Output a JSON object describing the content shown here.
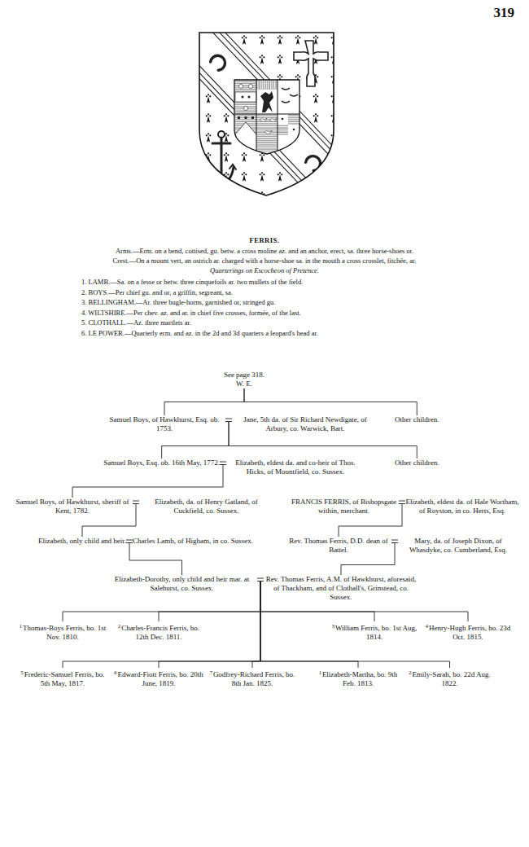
{
  "diagram": {
    "nodes": [
      {
        "text": [
          "See page 318. W. E."
        ]
      },
      {
        "text": [
          "Samuel Boys, of Hawkhurst, Esq. ob. 1753."
        ]
      },
      {
        "text": [
          "Jane, 5th da. of Sir Richard Newdigate, of Arbury, co. Warwick, Bart."
        ]
      },
      {
        "text": [
          "Other children."
        ]
      },
      {
        "text": [
          "Samuel Boys, Esq. ob. 16th May, 1772."
        ]
      },
      {
        "text": [
          "Elizabeth, eldest da. and co-heir of Thos. Hicks, of Mountfield, co. Sussex."
        ]
      },
      {
        "text": [
          "Other children."
        ]
      },
      {
        "text": [
          "Samuel Boys, of Hawkhurst, sheriff of Kent, 1782."
        ]
      },
      {
        "text": [
          "Elizabeth, da. of Henry Gatland, of Cuckfield, co. Sussex."
        ]
      },
      {
        "text": [
          "FRANCIS FERRIS, of Bishopsgate within, merchant."
        ]
      },
      {
        "text": [
          "Elizabeth, eldest da. of Hale Wortham, of Royston, in co. Herts, Esq."
        ]
      },
      {
        "text": [
          "Elizabeth, only child and heir."
        ]
      },
      {
        "text": [
          "Charles Lamb, of Higham, in co. Sussex."
        ]
      },
      {
        "text": [
          "Rev. Thomas Ferris, D.D. dean of Battel."
        ]
      },
      {
        "text": [
          "Mary, da. of Joseph Dixon, of Whasdyke, co. Cumberland, Esq."
        ]
      },
      {
        "text": [
          "Elizabeth-Dorothy, only child and heir mar. at Salehurst, co. Sussex."
        ]
      },
      {
        "text": [
          "Rev. Thomas Ferris, A.M. of Hawkhurst, aforesaid, of Thackham, and of Clothall's, Grinstead, co. Sussex."
        ]
      },
      {
        "text": [
          "1",
          "Thomas-Boys Ferris, bo. 1st Nov. 1810."
        ]
      },
      {
        "text": [
          "2",
          "Charles-Francis Ferris, bo. 12th Dec. 1811."
        ]
      },
      {
        "text": [
          "3",
          "William Ferris, bo. 1st Aug, 1814."
        ]
      },
      {
        "text": [
          "4",
          "Henry-Hugh Ferris, bo. 23d Oct. 1815."
        ]
      },
      {
        "text": [
          "5",
          "Frederic-Samuel Ferris, bo. 5th May, 1817."
        ]
      },
      {
        "text": [
          "6",
          "Edward-Fiott Ferris, bo. 20th June, 1819."
        ]
      },
      {
        "text": [
          "7",
          "Godfrey-Richard Ferris, bo. 8th Jan. 1825."
        ]
      },
      {
        "text": [
          "1",
          "Elizabeth-Martha, bo. 9th Feb. 1813."
        ]
      },
      {
        "text": [
          "2",
          "Emily-Sarah, bo. 22d Aug. 1822."
        ]
      }
    ],
    "edges": [
      {
        "from": 0,
        "to": 1,
        "arrow": "none"
      },
      {
        "from": 0,
        "to": 3,
        "arrow": "none"
      },
      {
        "from": 1,
        "to": 2,
        "arrow": "none"
      },
      {
        "from": 1,
        "to": 4,
        "arrow": "none"
      },
      {
        "from": 1,
        "to": 6,
        "arrow": "none"
      },
      {
        "from": 4,
        "to": 5,
        "arrow": "none"
      },
      {
        "from": 4,
        "to": 7,
        "arrow": "none"
      },
      {
        "from": 7,
        "to": 8,
        "arrow": "none"
      },
      {
        "from": 7,
        "to": 11,
        "arrow": "none"
      },
      {
        "from": 9,
        "to": 10,
        "arrow": "none"
      },
      {
        "from": 9,
        "to": 13,
        "arrow": "none"
      },
      {
        "from": 11,
        "to": 12,
        "arrow": "none"
      },
      {
        "from": 11,
        "to": 15,
        "arrow": "none"
      },
      {
        "from": 13,
        "to": 14,
        "arrow": "none"
      },
      {
        "from": 13,
        "to": 16,
        "arrow": "none"
      },
      {
        "from": 15,
        "to": 16,
        "arrow": "none"
      },
      {
        "from": 15,
        "to": 17,
        "arrow": "none"
      },
      {
        "from": 15,
        "to": 18,
        "arrow": "none"
      },
      {
        "from": 15,
        "to": 19,
        "arrow": "none"
      },
      {
        "from": 15,
        "to": 20,
        "arrow": "none"
      },
      {
        "from": 15,
        "to": 21,
        "arrow": "none"
      },
      {
        "from": 15,
        "to": 22,
        "arrow": "none"
      },
      {
        "from": 15,
        "to": 23,
        "arrow": "none"
      },
      {
        "from": 15,
        "to": 24,
        "arrow": "none"
      },
      {
        "from": 15,
        "to": 25,
        "arrow": "none"
      }
    ],
    "labels": [
      "319",
      "FERRIS.",
      "Arms.—Erm. on a bend, cottised, gu. betw. a cross moline az. and an anchor, erect, sa. three horse-shoes or.",
      "Crest.—On a mount vert, an ostrich ar. charged with a horse-shoe sa. in the mouth a cross crosslet, fitchée, ar.",
      "Quarterings on Escocheon of Pretence.",
      "1. LAMB.—Sa. on a fesse or betw. three cinquefoils ar. two mullets of the field.",
      "2. BOYS.—Per chief gu. and or, a griffin, segreant, sa.",
      "3. BELLINGHAM.—Ar. three bugle-horns, garnished or, stringed gu.",
      "4. WILTSHIRE.—Per chev. az. and ar. in chief five crosses, formée, of the last.",
      "5. CLOTHALL.—Az. three martlets ar.",
      "6. LE POWER.—Quarterly erm. and az. in the 2d and 3d quarters a leopard's head ar."
    ]
  }
}
